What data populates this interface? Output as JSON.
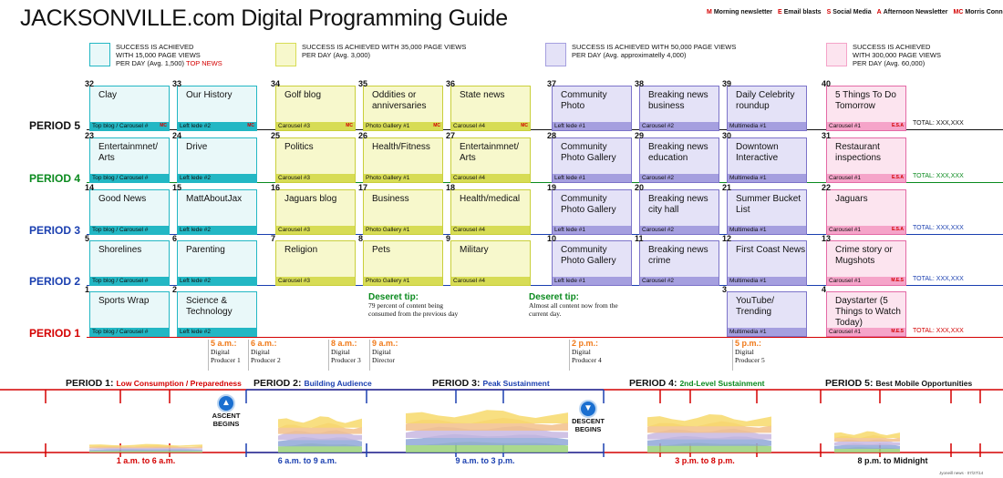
{
  "title": "JACKSONVILLE.com Digital Programming Guide",
  "legend": [
    {
      "code": "M",
      "label": "Morning newsletter"
    },
    {
      "code": "E",
      "label": "Email blasts"
    },
    {
      "code": "S",
      "label": "Social Media"
    },
    {
      "code": "A",
      "label": "Afternoon Newsletter"
    },
    {
      "code": "MC",
      "label": "Morris Connect"
    }
  ],
  "colors": {
    "teal": "#23b7c4",
    "yellow": "#d7dc55",
    "purple": "#a59fdf",
    "pink": "#f5a4c9",
    "red": "#d40000",
    "green": "#0a8a1e",
    "blue": "#1a3fb0"
  },
  "tiers": [
    {
      "l1": "SUCCESS IS ACHIEVED",
      "l2": "WITH 15,000 PAGE VIEWS",
      "l3": "PER DAY (Avg. 1,500)",
      "extra": "TOP NEWS"
    },
    {
      "l1": "SUCCESS IS ACHIEVED WITH  35,000 PAGE VIEWS",
      "l2": "PER DAY (Avg. 3,000)",
      "l3": "",
      "extra": ""
    },
    {
      "l1": "SUCCESS IS ACHIEVED WITH 50,000 PAGE VIEWS",
      "l2": "PER DAY (Avg. approximatelly 4,000)",
      "l3": "",
      "extra": ""
    },
    {
      "l1": "SUCCESS IS ACHIEVED",
      "l2": "WITH 300,000 PAGE VIEWS",
      "l3": "PER DAY (Avg. 60,000)",
      "extra": ""
    }
  ],
  "periods": [
    {
      "label": "PERIOD 5",
      "total": "TOTAL: XXX,XXX"
    },
    {
      "label": "PERIOD 4",
      "total": "TOTAL: XXX,XXX"
    },
    {
      "label": "PERIOD 3",
      "total": "TOTAL: XXX,XXX"
    },
    {
      "label": "PERIOD 2",
      "total": "TOTAL: XXX,XXX"
    },
    {
      "label": "PERIOD 1",
      "total": "TOTAL: XXX,XXX"
    }
  ],
  "boxes": [
    {
      "n": "32",
      "label": "Clay",
      "tag": "Top blog / Carousel #",
      "mark": "MC"
    },
    {
      "n": "33",
      "label": "Our History",
      "tag": "Left lede #2",
      "mark": "MC"
    },
    {
      "n": "34",
      "label": "Golf blog",
      "tag": "Carousel #3",
      "mark": "MC"
    },
    {
      "n": "35",
      "label": "Oddities or anniversaries",
      "tag": "Photo Gallery #1",
      "mark": "MC"
    },
    {
      "n": "36",
      "label": "State news",
      "tag": "Carousel #4",
      "mark": "MC"
    },
    {
      "n": "37",
      "label": "Community Photo",
      "tag": "Left lede #1",
      "mark": ""
    },
    {
      "n": "38",
      "label": "Breaking news business",
      "tag": "Carousel #2",
      "mark": ""
    },
    {
      "n": "39",
      "label": "Daily Celebrity roundup",
      "tag": "Multimedia #1",
      "mark": ""
    },
    {
      "n": "40",
      "label": "5 Things To Do Tomorrow",
      "tag": "Carousel #1",
      "mark": "E.S.A"
    },
    {
      "n": "23",
      "label": "Entertainmnet/ Arts",
      "tag": "Top blog / Carousel #",
      "mark": ""
    },
    {
      "n": "24",
      "label": "Drive",
      "tag": "Left lede #2",
      "mark": ""
    },
    {
      "n": "25",
      "label": "Politics",
      "tag": "Carousel #3",
      "mark": ""
    },
    {
      "n": "26",
      "label": "Health/Fitness",
      "tag": "Photo Gallery #1",
      "mark": ""
    },
    {
      "n": "27",
      "label": "Entertainmnet/ Arts",
      "tag": "Carousel #4",
      "mark": ""
    },
    {
      "n": "28",
      "label": "Community Photo Gallery",
      "tag": "Left lede #1",
      "mark": ""
    },
    {
      "n": "29",
      "label": "Breaking news education",
      "tag": "Carousel #2",
      "mark": ""
    },
    {
      "n": "30",
      "label": "Downtown Interactive",
      "tag": "Multimedia #1",
      "mark": ""
    },
    {
      "n": "31",
      "label": "Restaurant inspections",
      "tag": "Carousel #1",
      "mark": "E.S.A"
    },
    {
      "n": "14",
      "label": "Good News",
      "tag": "Top blog / Carousel #",
      "mark": ""
    },
    {
      "n": "15",
      "label": "MattAboutJax",
      "tag": "Left lede #2",
      "mark": ""
    },
    {
      "n": "16",
      "label": "Jaguars blog",
      "tag": "Carousel #3",
      "mark": ""
    },
    {
      "n": "17",
      "label": "Business",
      "tag": "Photo Gallery #1",
      "mark": ""
    },
    {
      "n": "18",
      "label": "Health/medical",
      "tag": "Carousel #4",
      "mark": ""
    },
    {
      "n": "19",
      "label": "Community Photo Gallery",
      "tag": "Left lede #1",
      "mark": ""
    },
    {
      "n": "20",
      "label": "Breaking news city hall",
      "tag": "Carousel #2",
      "mark": ""
    },
    {
      "n": "21",
      "label": "Summer Bucket List",
      "tag": "Multimedia #1",
      "mark": ""
    },
    {
      "n": "22",
      "label": "Jaguars",
      "tag": "Carousel #1",
      "mark": "E.S.A"
    },
    {
      "n": "5",
      "label": "Shorelines",
      "tag": "Top blog / Carousel #",
      "mark": ""
    },
    {
      "n": "6",
      "label": "Parenting",
      "tag": "Left lede #2",
      "mark": ""
    },
    {
      "n": "7",
      "label": "Religion",
      "tag": "Carousel #3",
      "mark": ""
    },
    {
      "n": "8",
      "label": "Pets",
      "tag": "Photo Gallery #1",
      "mark": ""
    },
    {
      "n": "9",
      "label": "Military",
      "tag": "Carousel #4",
      "mark": ""
    },
    {
      "n": "10",
      "label": "Community Photo Gallery",
      "tag": "Left lede #1",
      "mark": ""
    },
    {
      "n": "11",
      "label": "Breaking news crime",
      "tag": "Carousel #2",
      "mark": ""
    },
    {
      "n": "12",
      "label": "First Coast News",
      "tag": "Multimedia #1",
      "mark": ""
    },
    {
      "n": "13",
      "label": "Crime story or Mugshots",
      "tag": "Carousel #1",
      "mark": "M.E.S"
    },
    {
      "n": "1",
      "label": "Sports Wrap",
      "tag": "Top blog / Carousel #",
      "mark": ""
    },
    {
      "n": "2",
      "label": "Science & Technology",
      "tag": "Left lede #2",
      "mark": ""
    },
    {
      "n": "3",
      "label": "YouTube/ Trending",
      "tag": "Multimedia #1",
      "mark": ""
    },
    {
      "n": "4",
      "label": "Daystarter (5 Things to Watch Today)",
      "tag": "Carousel #1",
      "mark": "M.E.S"
    }
  ],
  "tips": [
    {
      "head": "Deseret tip:",
      "body": "79 percent of content being consumed from the previous day"
    },
    {
      "head": "Deseret tip:",
      "body": "Almost all content now from the current day."
    }
  ],
  "producers": [
    {
      "time": "5 a.m.:",
      "role": "Digital Producer 1"
    },
    {
      "time": "6 a.m.:",
      "role": "Digital Producer 2"
    },
    {
      "time": "8 a.m.:",
      "role": "Digital Producer 3"
    },
    {
      "time": "9 a.m.:",
      "role": "Digital Director"
    },
    {
      "time": "2 p.m.:",
      "role": "Digital Producer 4"
    },
    {
      "time": "5 p.m.:",
      "role": "Digital Producer 5"
    }
  ],
  "phases": [
    {
      "name": "PERIOD 1:",
      "sub": "Low Consumption / Preparedness",
      "range": "1 a.m. to 6 a.m."
    },
    {
      "name": "PERIOD 2:",
      "sub": "Building Audience",
      "range": "6 a.m. to 9 a.m."
    },
    {
      "name": "PERIOD 3:",
      "sub": "Peak Sustainment",
      "range": "9 a.m. to 3 p.m."
    },
    {
      "name": "PERIOD 4:",
      "sub": "2nd-Level Sustainment",
      "range": "3 p.m. to 8 p.m."
    },
    {
      "name": "PERIOD 5:",
      "sub": "Best Mobile Opportunities",
      "range": "8 p.m. to Midnight"
    }
  ],
  "markers": [
    {
      "icon": "up-arrow-icon",
      "glyph": "▲",
      "label": "ASCENT BEGINS"
    },
    {
      "icon": "down-arrow-icon",
      "glyph": "▼",
      "label": "DESCENT BEGINS"
    }
  ],
  "footer": "Jyoneill news · 07/27/14"
}
